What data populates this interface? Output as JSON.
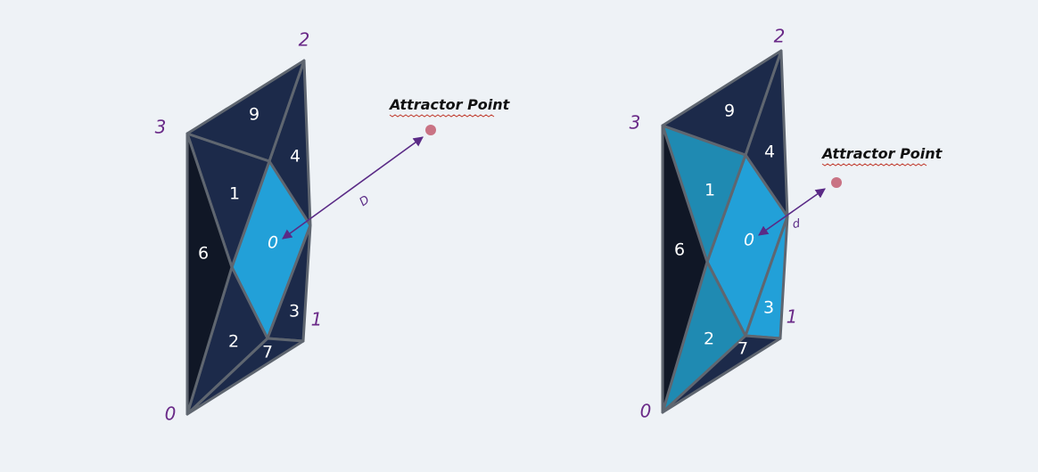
{
  "colors": {
    "background": "#eef2f6",
    "face_dark": "#1c2a4a",
    "face_darker": "#101726",
    "face_mid": "#1f8ab2",
    "face_active": "#22a0d8",
    "edge": "#5f6670",
    "vertex_label": "#6a2a88",
    "arrow": "#5a2a86",
    "attractor": "#c97384"
  },
  "panels": [
    {
      "attractor_label": "Attractor Point",
      "distance_label": "D",
      "vertices": [
        "0",
        "1",
        "2",
        "3"
      ],
      "faces": [
        {
          "label": "0",
          "shade": "face_active"
        },
        {
          "label": "1",
          "shade": "face_dark"
        },
        {
          "label": "2",
          "shade": "face_dark"
        },
        {
          "label": "3",
          "shade": "face_dark"
        },
        {
          "label": "4",
          "shade": "face_dark"
        },
        {
          "label": "6",
          "shade": "face_darker"
        },
        {
          "label": "7",
          "shade": "face_dark"
        },
        {
          "label": "9",
          "shade": "face_dark"
        }
      ]
    },
    {
      "attractor_label": "Attractor Point",
      "distance_label": "d",
      "vertices": [
        "0",
        "1",
        "2",
        "3"
      ],
      "faces": [
        {
          "label": "0",
          "shade": "face_active"
        },
        {
          "label": "1",
          "shade": "face_mid"
        },
        {
          "label": "2",
          "shade": "face_mid"
        },
        {
          "label": "3",
          "shade": "face_active"
        },
        {
          "label": "4",
          "shade": "face_dark"
        },
        {
          "label": "6",
          "shade": "face_darker"
        },
        {
          "label": "7",
          "shade": "face_dark"
        },
        {
          "label": "9",
          "shade": "face_dark"
        }
      ]
    }
  ]
}
